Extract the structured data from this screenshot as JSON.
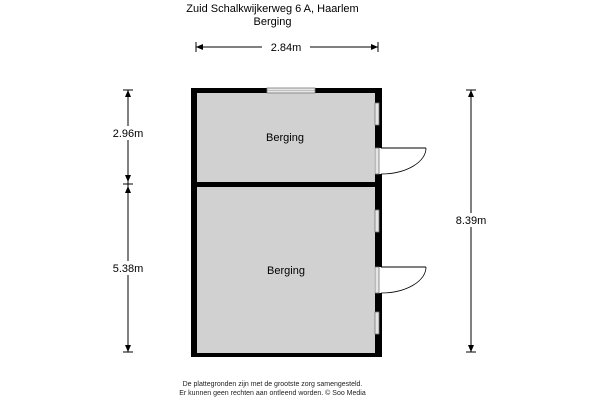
{
  "header": {
    "address": "Zuid Schalkwijkerweg 6 A, Haarlem",
    "floor_label": "Berging"
  },
  "dimensions": {
    "width": "2.84m",
    "total_height": "8.39m",
    "upper_room_height": "2.96m",
    "lower_room_height": "5.38m"
  },
  "rooms": [
    {
      "label": "Berging"
    },
    {
      "label": "Berging"
    }
  ],
  "footer": {
    "line1": "De plattegronden zijn met de grootste zorg samengesteld.",
    "line2": "Er kunnen geen rechten aan ontleend worden. © Soo Media"
  },
  "colors": {
    "wall": "#000000",
    "floor": "#d1d1d1",
    "window": "#e6e6e6"
  }
}
